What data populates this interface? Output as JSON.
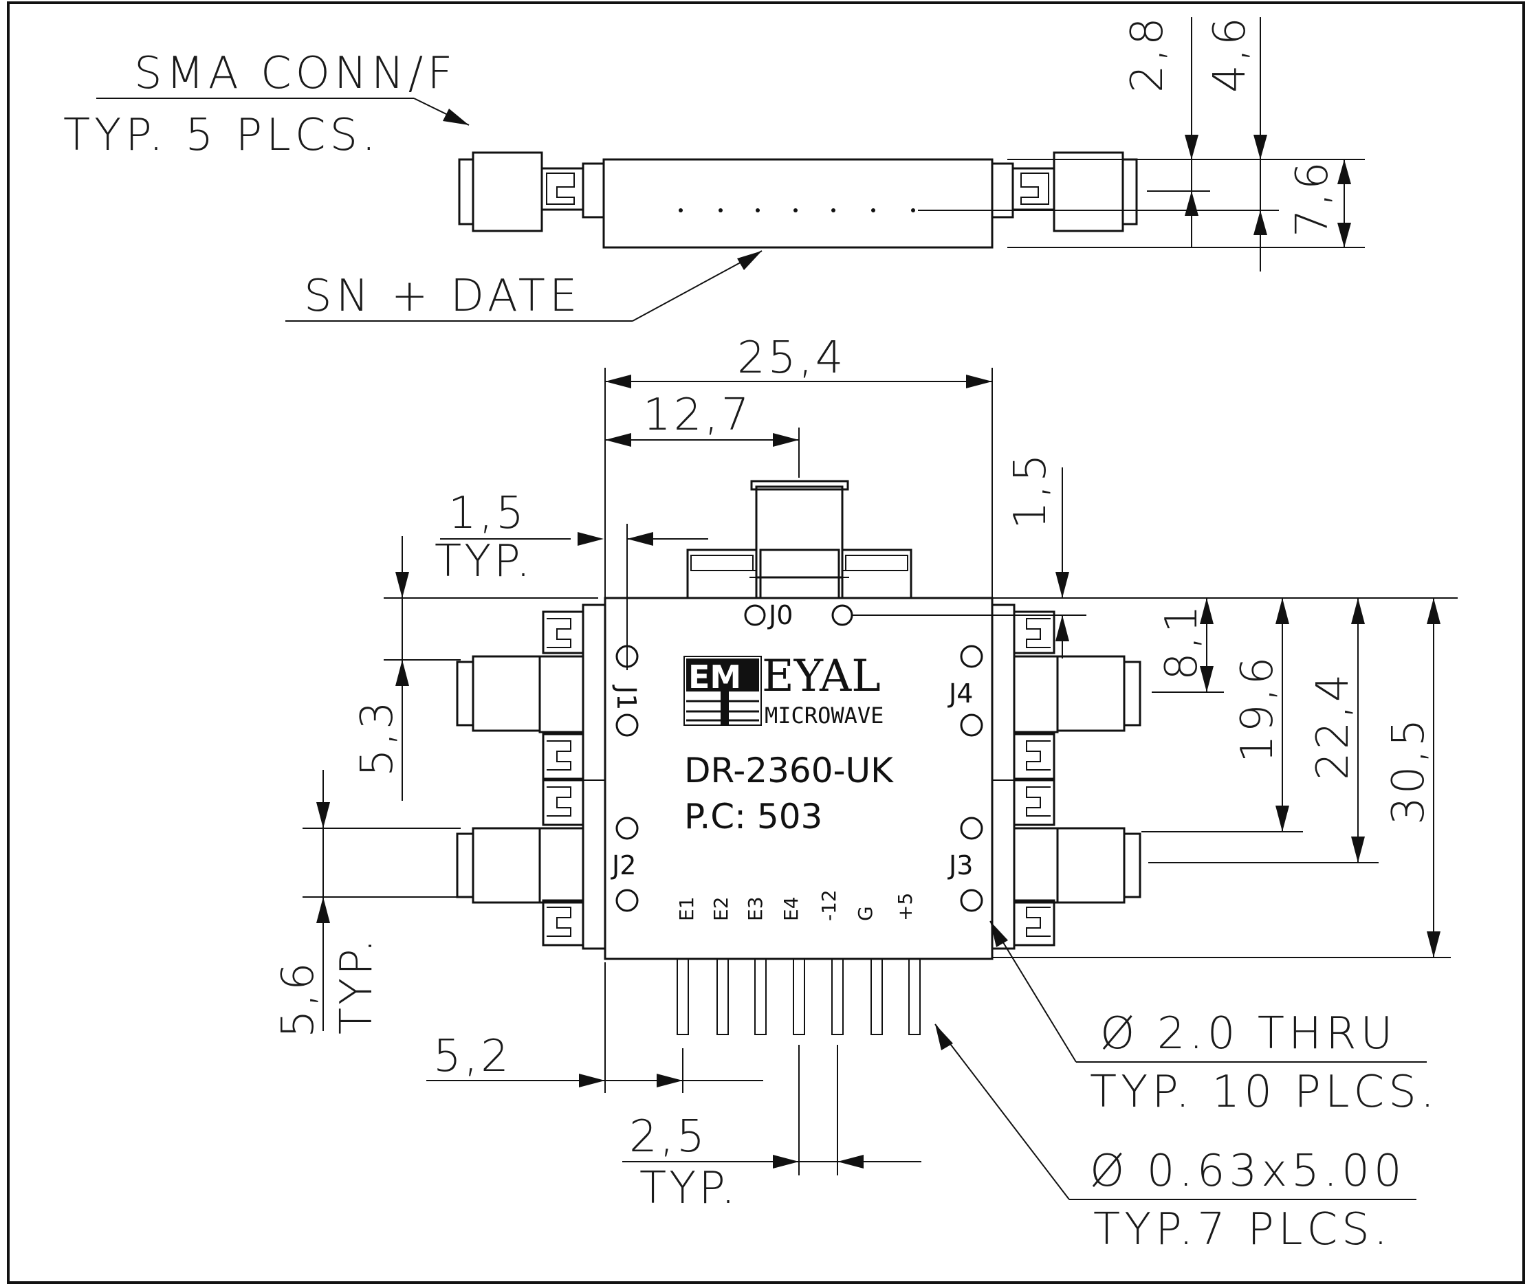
{
  "notes": {
    "sma_line1": "SMA CONN/F",
    "sma_line2": "TYP. 5 PLCS.",
    "sn_date": "SN + DATE",
    "hole_line1": "Ø 2.0 THRU",
    "hole_line2": "TYP. 10 PLCS.",
    "pin_line1": "Ø 0.63x5.00",
    "pin_line2": "TYP.7 PLCS."
  },
  "dimensions": {
    "d_2_8": "2,8",
    "d_4_6": "4,6",
    "d_7_6": "7,6",
    "d_25_4": "25,4",
    "d_12_7": "12,7",
    "d_1_5_typ": "1,5",
    "d_1_5_typ_sub": "TYP.",
    "d_1_5_right": "1,5",
    "d_5_3": "5,3",
    "d_8_1": "8,1",
    "d_19_6": "19,6",
    "d_22_4": "22,4",
    "d_30_5": "30,5",
    "d_5_6": "5,6",
    "d_5_6_sub": "TYP.",
    "d_5_2": "5,2",
    "d_2_5": "2,5",
    "d_2_5_sub": "TYP."
  },
  "ports": {
    "j0": "J0",
    "j1": "J1",
    "j2": "J2",
    "j3": "J3",
    "j4": "J4"
  },
  "body": {
    "logo_main": "EYAL",
    "logo_em": "EM",
    "logo_sub": "MICROWAVE",
    "model": "DR-2360-UK",
    "pc": "P.C: 503"
  },
  "pins": [
    "E1",
    "E2",
    "E3",
    "E4",
    "-12",
    "G",
    "+5"
  ],
  "colors": {
    "ink": "#111111",
    "paper": "#ffffff"
  }
}
